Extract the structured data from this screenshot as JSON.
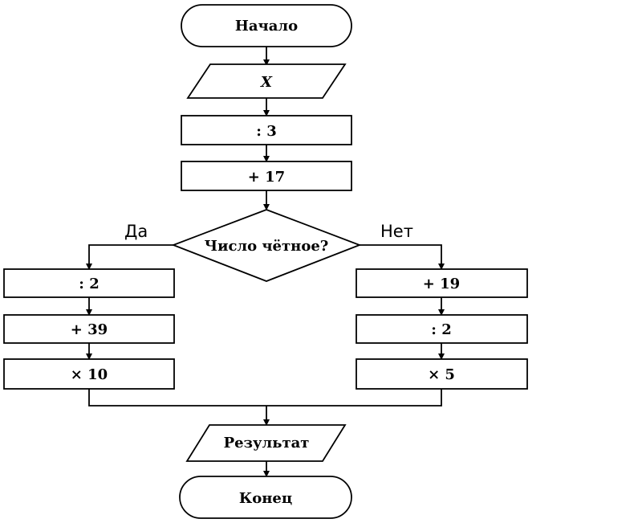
{
  "start": "Начало",
  "input": "X",
  "step_divide_3": ": 3",
  "step_add_17": "+ 17",
  "decision": "Число чётное?",
  "yes_label": "Да",
  "no_label": "Нет",
  "yes_branch": [
    ": 2",
    "+ 39",
    "× 10"
  ],
  "no_branch": [
    "+ 19",
    ": 2",
    "× 5"
  ],
  "output": "Результат",
  "end": "Конец"
}
